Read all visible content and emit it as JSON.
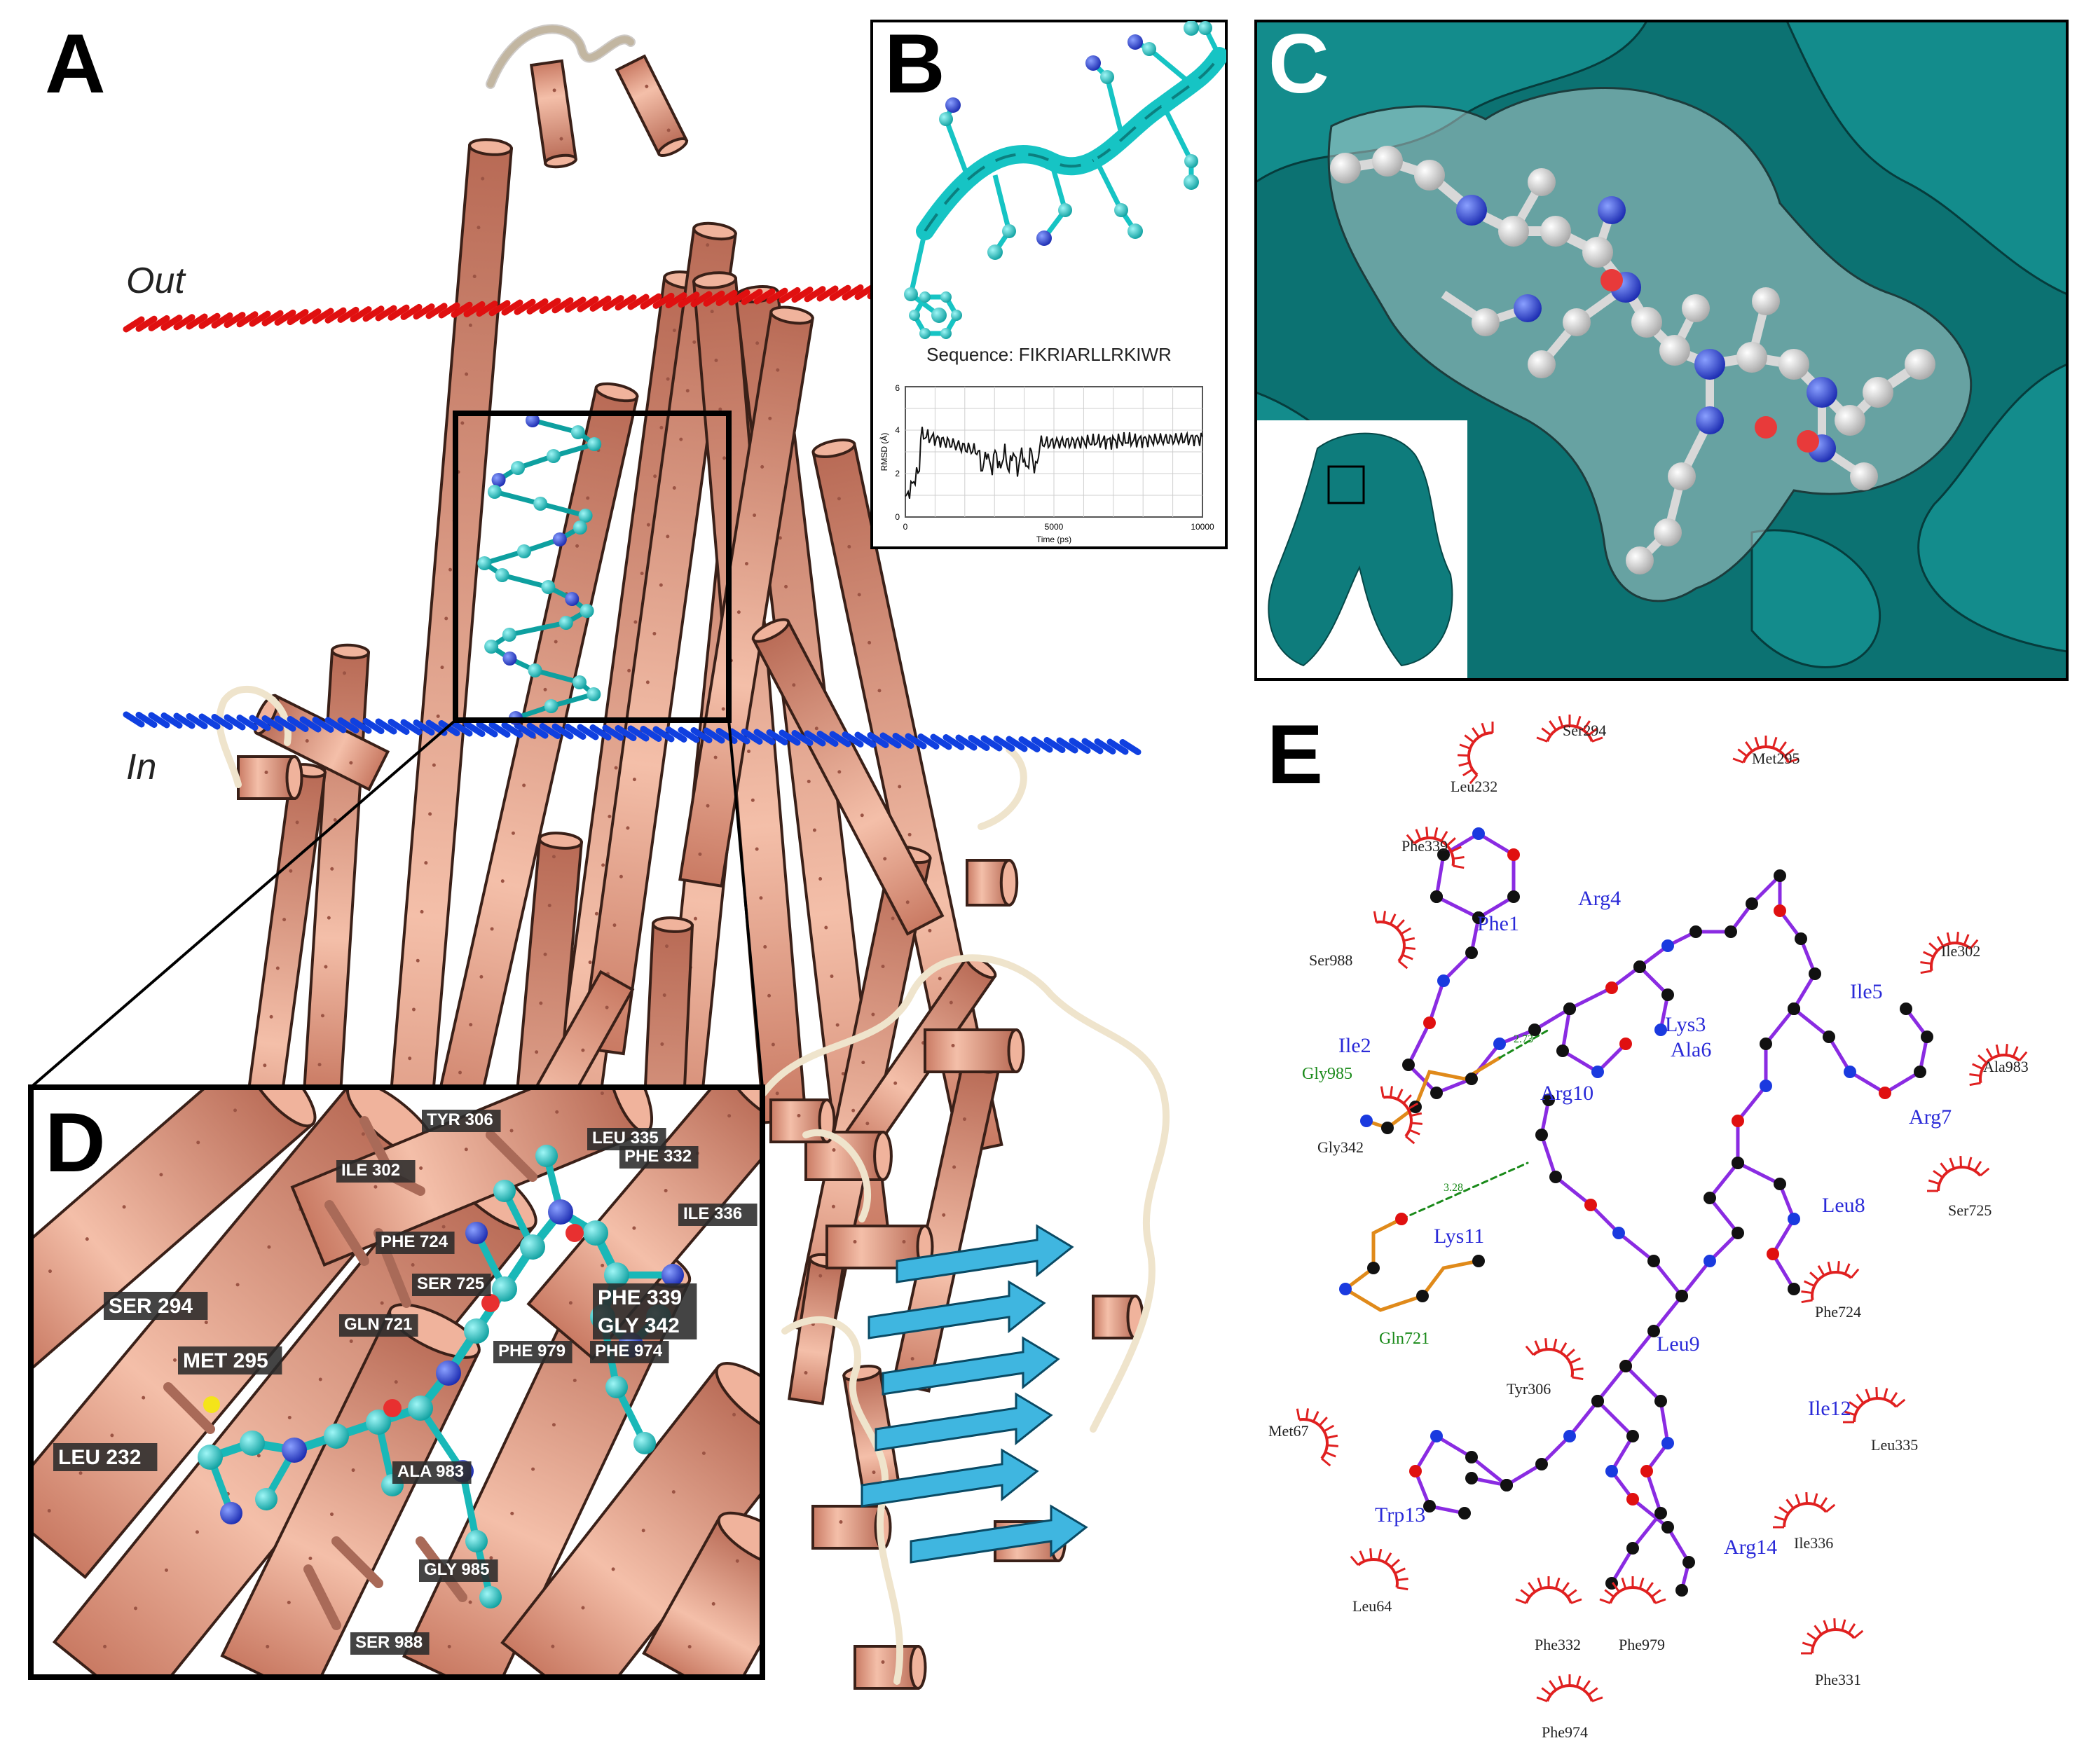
{
  "panels": {
    "A": {
      "letter": "A",
      "membrane_out": "Out",
      "membrane_in": "In"
    },
    "B": {
      "letter": "B",
      "sequence": "Sequence: FIKRIARLLRKIWR",
      "plot_ylabel": "RMSD (Å)",
      "plot_xlabel": "Time (ps)",
      "x_ticks": [
        "0",
        "5000",
        "10000"
      ],
      "y_ticks": [
        "0",
        "2",
        "4",
        "6"
      ]
    },
    "C": {
      "letter": "C"
    },
    "D": {
      "letter": "D",
      "labels": [
        "TYR 306",
        "LEU 335",
        "PHE 332",
        "ILE 302",
        "ILE 336",
        "PHE 724",
        "SER 725",
        "SER 294",
        "PHE 339",
        "GLY 342",
        "MET 295",
        "GLN 721",
        "PHE 979",
        "PHE 974",
        "LEU 232",
        "ALA 983",
        "GLY 985",
        "SER 988"
      ]
    },
    "E": {
      "letter": "E",
      "peptide_residues": [
        "Phe1",
        "Ile2",
        "Lys3",
        "Arg4",
        "Ile5",
        "Ala6",
        "Arg7",
        "Leu8",
        "Leu9",
        "Arg10",
        "Lys11",
        "Ile12",
        "Trp13",
        "Arg14"
      ],
      "hbond_residues": [
        "Gly985",
        "Gln721"
      ],
      "hbond_distances": [
        "2.73",
        "3.28"
      ],
      "contact_residues": [
        "Leu232",
        "Ser294",
        "Met295",
        "Phe339",
        "Ser988",
        "Ile302",
        "Ala983",
        "Gly342",
        "Ser725",
        "Phe724",
        "Tyr306",
        "Met67",
        "Leu335",
        "Ile336",
        "Leu64",
        "Phe332",
        "Phe979",
        "Phe331",
        "Phe974"
      ]
    }
  },
  "colors": {
    "helix": "#e8a48e",
    "helix_edge": "#3a2018",
    "loop": "#efe4cc",
    "peptide": "#20c8c8",
    "surface": "#0e8080",
    "membrane_out": "#e01010",
    "membrane_in": "#1040e0",
    "bond": "#8a2be2",
    "hydrophobic": "#e02020"
  }
}
